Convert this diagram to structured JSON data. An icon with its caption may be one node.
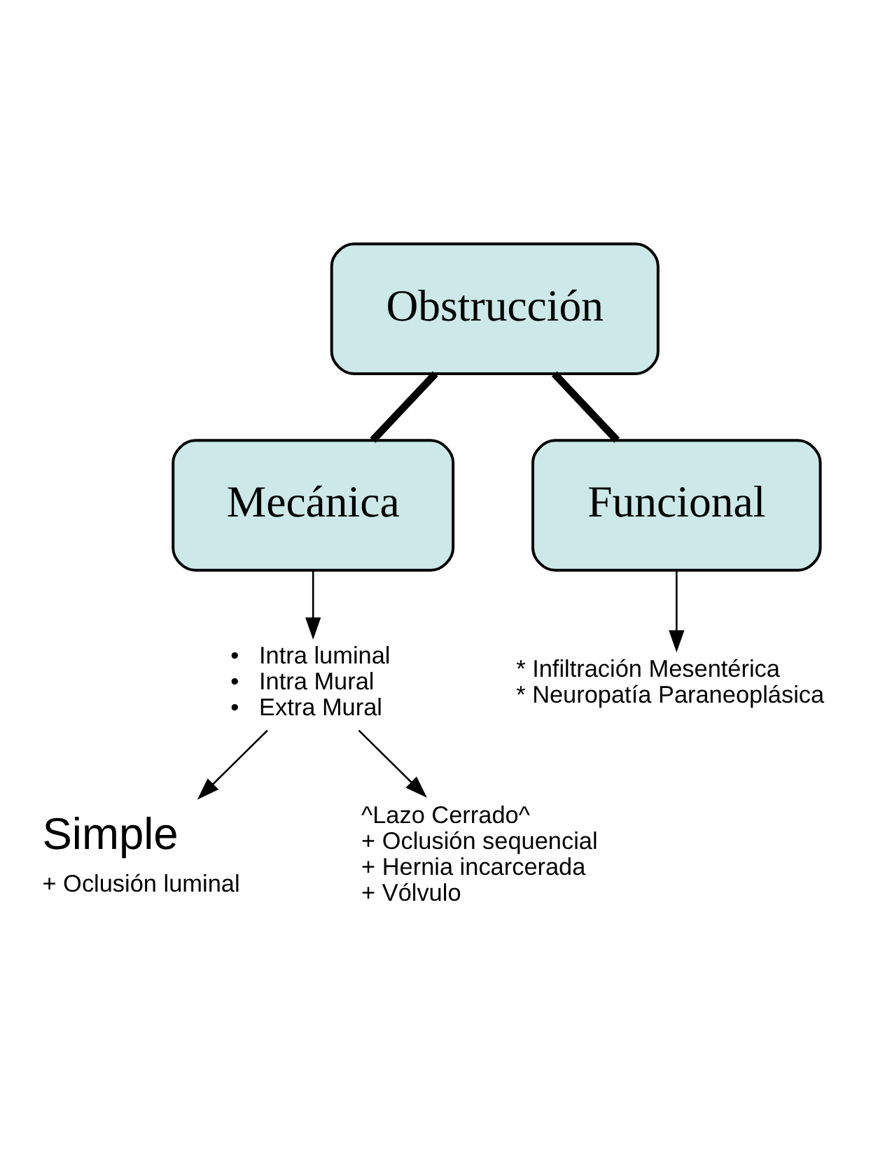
{
  "diagram": {
    "nodes": [
      {
        "text": [
          "Obstrucción"
        ]
      },
      {
        "text": [
          "Mecánica"
        ]
      },
      {
        "text": [
          "Funcional"
        ]
      },
      {
        "text": [
          "•   Intra luminal",
          "•   Intra Mural",
          "•   Extra Mural"
        ]
      },
      {
        "text": [
          "* Infiltración Mesentérica",
          "* Neuropatía Paraneoplásica"
        ]
      },
      {
        "text": [
          "Simple",
          "+ Oclusión luminal"
        ]
      },
      {
        "text": [
          "^Lazo Cerrado^",
          "+ Oclusión sequencial",
          "+ Hernia incarcerada",
          "+ Vólvulo"
        ]
      }
    ],
    "edges": [
      {
        "from": 0,
        "to": 1,
        "arrow": "none",
        "style": "thick"
      },
      {
        "from": 0,
        "to": 2,
        "arrow": "none",
        "style": "thick"
      },
      {
        "from": 1,
        "to": 3,
        "arrow": "to"
      },
      {
        "from": 2,
        "to": 4,
        "arrow": "to"
      },
      {
        "from": 3,
        "to": 5,
        "arrow": "to"
      },
      {
        "from": 3,
        "to": 6,
        "arrow": "to"
      }
    ]
  }
}
